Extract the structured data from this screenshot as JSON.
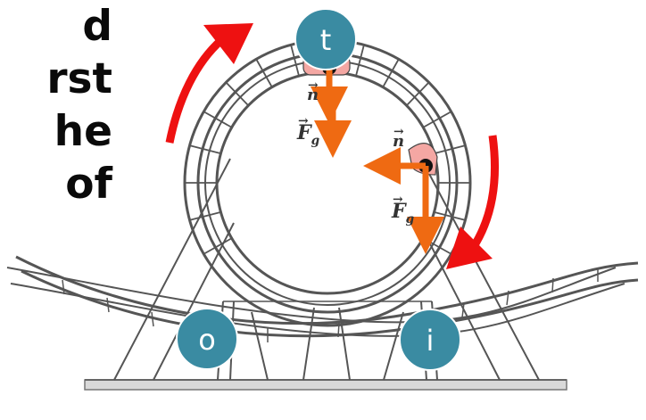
{
  "slide_text_lines": [
    "d",
    "rst",
    "he",
    "of"
  ],
  "markers": {
    "top": {
      "label": "t"
    },
    "outer": {
      "label": "o"
    },
    "inner": {
      "label": "i"
    }
  },
  "vector_labels": {
    "top_normal": "n",
    "top_gravity_main": "F",
    "top_gravity_sub": "g",
    "side_normal": "n",
    "side_gravity_main": "F",
    "side_gravity_sub": "g"
  },
  "colors": {
    "track": "#5a5a5a",
    "ground": "#dcdcdc",
    "marker_fill": "#3a8ba2",
    "marker_text": "#ffffff",
    "force_arrow": "#ef6a12",
    "motion_arrow": "#ee1111"
  }
}
